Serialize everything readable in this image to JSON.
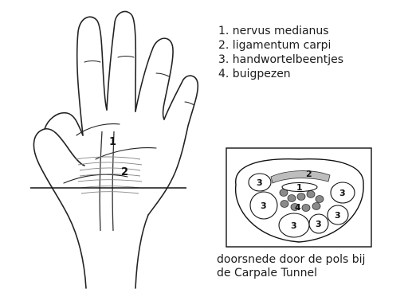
{
  "legend": [
    "1. nervus medianus",
    "2. ligamentum carpi",
    "3. handwortelbeentjes",
    "4. buigpezen"
  ],
  "hand_labels": {
    "nerve": "1",
    "ligament": "2"
  },
  "cross_section_labels": {
    "nerve": "1",
    "ligament": "2",
    "bone": "3",
    "tendon": "4"
  },
  "caption": {
    "line1": "doorsnede door de pols bij",
    "line2": "de Carpale Tunnel"
  }
}
